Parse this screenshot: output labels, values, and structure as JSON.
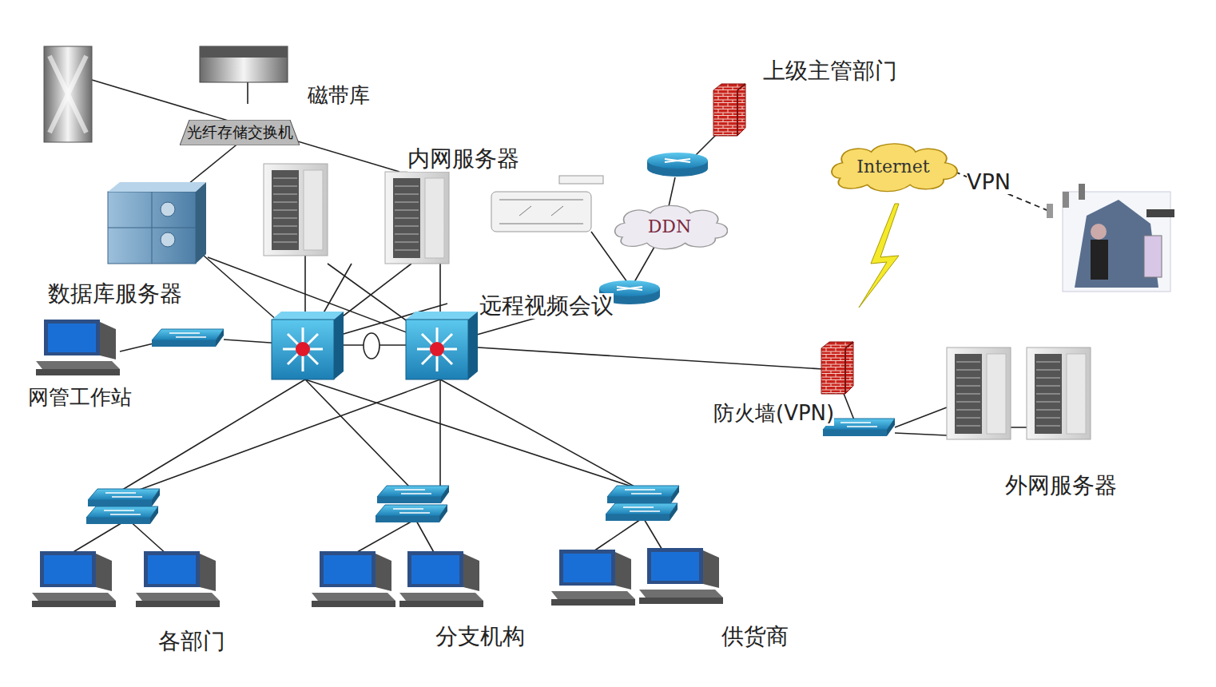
{
  "diagram": {
    "nodes": [
      {
        "text": [
          "光纤存储交换机"
        ]
      },
      {
        "text": [
          "DDN"
        ]
      },
      {
        "text": [
          "Internet"
        ]
      }
    ],
    "labels": [
      "磁带库",
      "内网服务器",
      "数据库服务器",
      "网管工作站",
      "远程视频会议",
      "上级主管部门",
      "VPN",
      "防火墙(VPN)",
      "外网服务器",
      "各部门",
      "分支机构",
      "供货商"
    ]
  }
}
